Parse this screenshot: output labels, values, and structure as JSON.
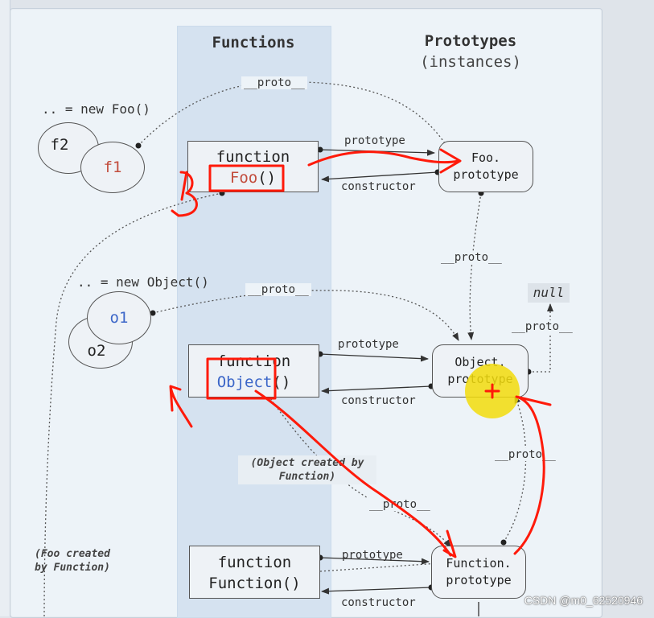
{
  "headers": {
    "functions": "Functions",
    "prototypes": "Prototypes",
    "instances": "(instances)"
  },
  "labels": {
    "new_foo": ".. = new Foo()",
    "new_object": ".. = new Object()",
    "proto": "__proto__",
    "prototype": "prototype",
    "constructor": "constructor",
    "null": "null"
  },
  "instances": {
    "f1": "f1",
    "f2": "f2",
    "o1": "o1",
    "o2": "o2"
  },
  "functions": {
    "foo": {
      "keyword": "function",
      "name": "Foo",
      "parens": "()"
    },
    "object": {
      "keyword": "function",
      "name": "Object",
      "parens": "()"
    },
    "function": {
      "keyword": "function",
      "name": "Function()"
    }
  },
  "prototypes": {
    "foo": {
      "line1": "Foo.",
      "line2": "prototype"
    },
    "object": {
      "line1": "Object.",
      "line2": "prototype"
    },
    "function": {
      "line1": "Function.",
      "line2": "prototype"
    }
  },
  "notes": {
    "object_created": [
      "(Object created by",
      "Function)"
    ],
    "foo_created": [
      "(Foo created",
      "by Function)"
    ]
  },
  "watermark": "CSDN @m0_62520946",
  "colors": {
    "annotation_red": "#ff1a0a",
    "highlight_yellow": "#f2dc0c",
    "band_blue": "#d5e2f0",
    "f1_red": "#c24c3c",
    "object_blue": "#3b66c8"
  }
}
